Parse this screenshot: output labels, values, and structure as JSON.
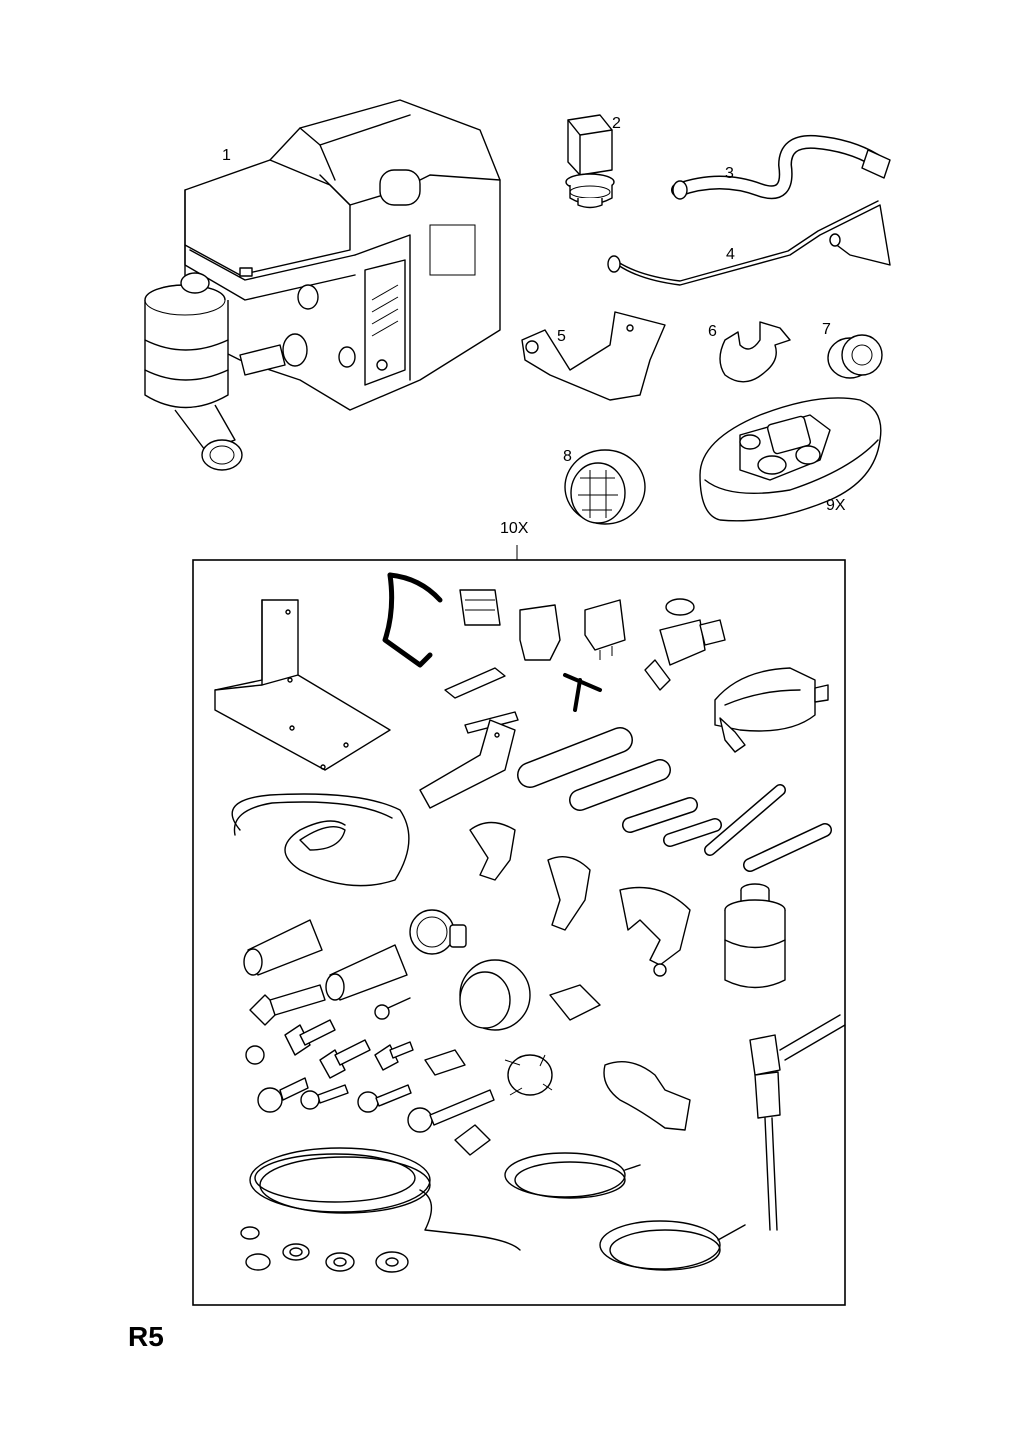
{
  "diagram": {
    "page_code": "R5",
    "callouts": {
      "c1": "1",
      "c2": "2",
      "c3": "3",
      "c4": "4",
      "c5": "5",
      "c6": "6",
      "c7": "7",
      "c8": "8",
      "c9": "9X",
      "c10": "10X"
    }
  }
}
